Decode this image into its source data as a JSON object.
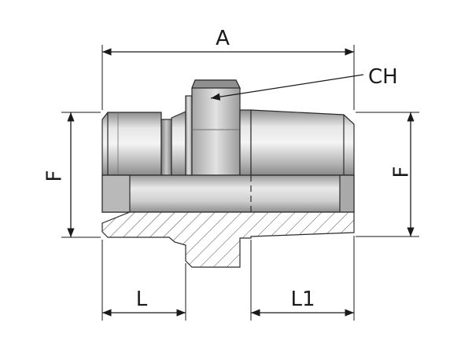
{
  "labels": {
    "overall_length": "A",
    "hex_size": "CH",
    "diameter_left": "F",
    "diameter_right": "F",
    "length_left": "L",
    "length_right": "L1"
  }
}
